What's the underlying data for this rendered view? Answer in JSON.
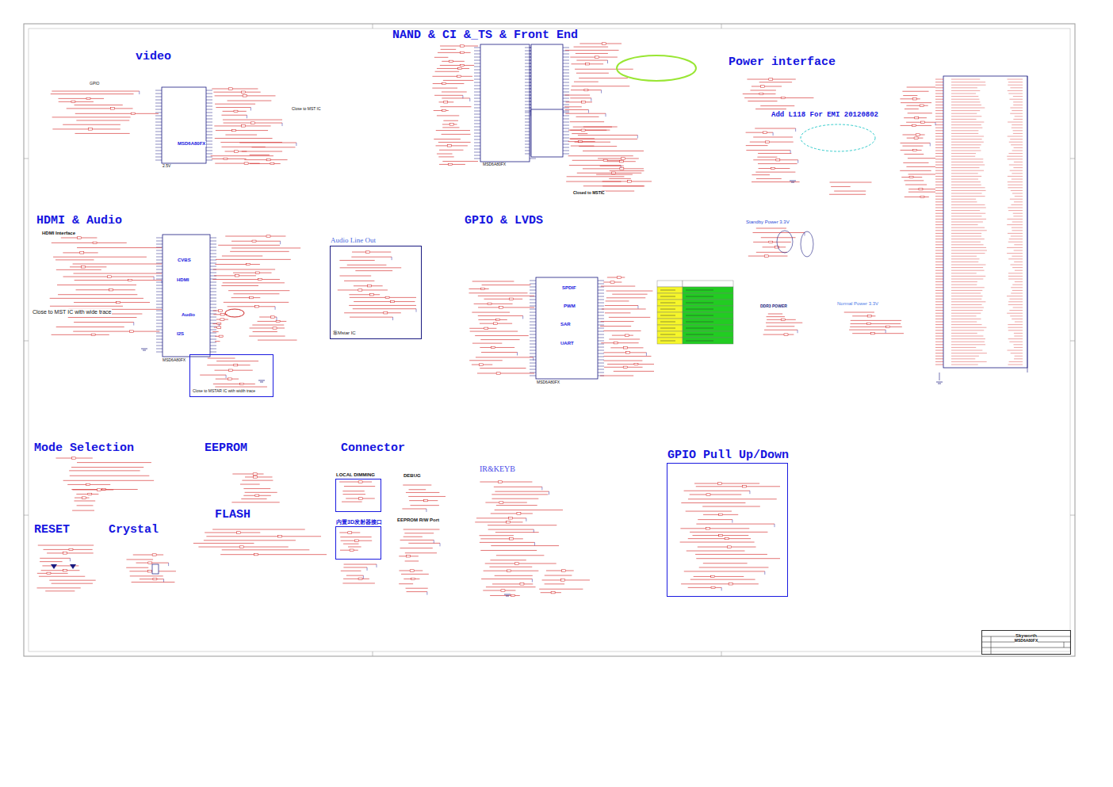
{
  "diagram": {
    "nodes": [
      {
        "text": [
          "Audio Line Out",
          "靠Mstar IC"
        ]
      },
      {
        "text": [
          "Close to MSTAR IC with width trace"
        ]
      },
      {
        "text": [
          "LOCAL DIMMING"
        ]
      },
      {
        "text": [
          "内置3D发射器接口"
        ]
      },
      {
        "text": [
          "GPIO Pull Up/Down"
        ]
      },
      {
        "text": [
          "Skyworth",
          "MSD6A80FX"
        ]
      }
    ],
    "labels": [
      "video",
      "NAND & CI &_TS & Front End",
      "Power interface",
      "Add L118 For EMI 20120802",
      "HDMI & Audio",
      "GPIO & LVDS",
      "Mode Selection",
      "EEPROM",
      "Connector",
      "RESET",
      "Crystal",
      "FLASH",
      "IR&KEYB",
      "DEBUG",
      "EEPROM R/W Port",
      "HDMI Interface",
      "Standby Power 3.3V",
      "DDR3 POWER",
      "Normal Power 3.3V",
      "Close to MST IC",
      "Closed to MSTIC",
      "2.5V",
      "MSD6A80FX",
      "MSD6A80FX",
      "MSD6A80FX",
      "MSD6A80FX",
      "CVBS",
      "HDMI",
      "Audio",
      "I2S",
      "SPDIF",
      "PWM",
      "SAR",
      "UART",
      "GPIO",
      "Close to MST IC with wide trace"
    ]
  }
}
